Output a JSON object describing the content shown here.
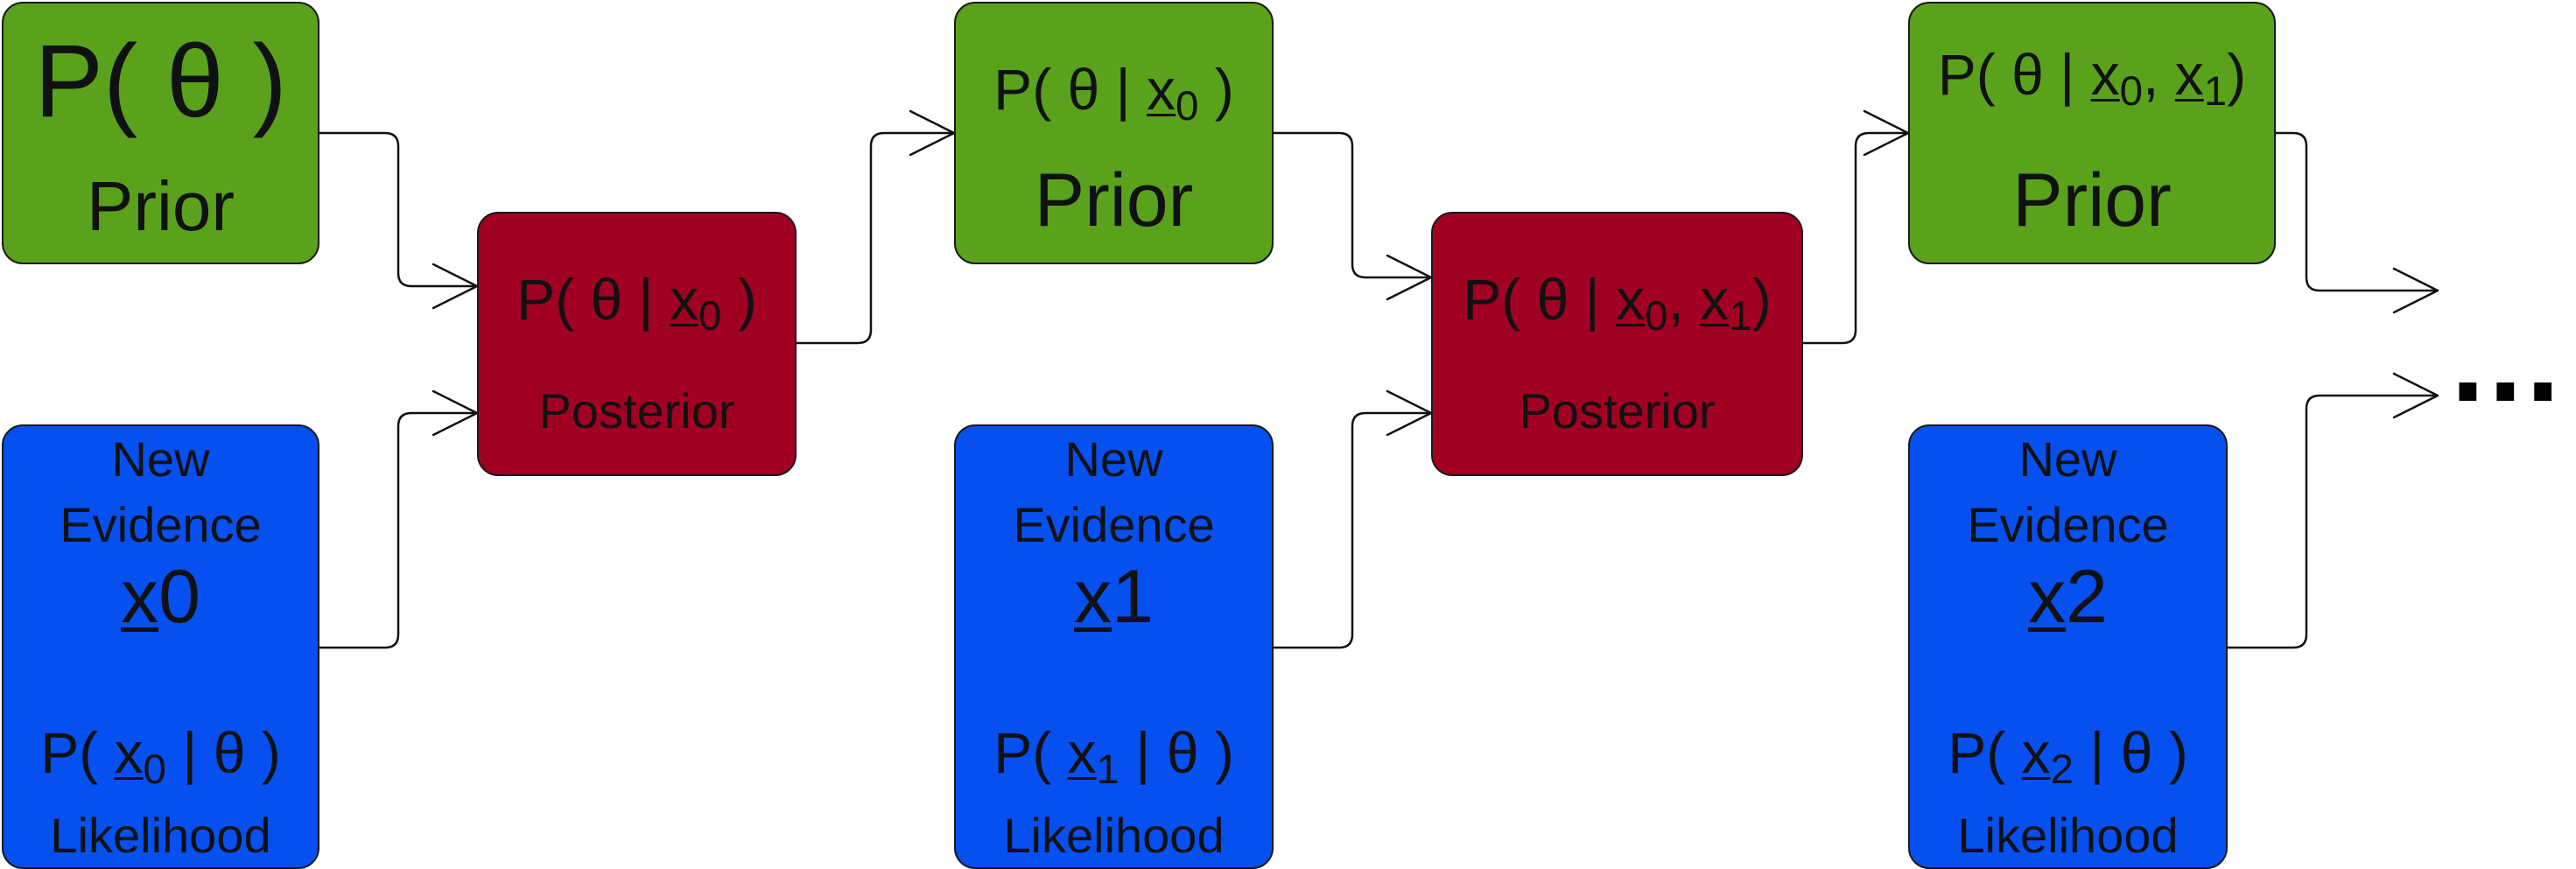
{
  "stage0": {
    "prior": {
      "expr": "P( θ )",
      "label": "Prior"
    },
    "evidence": {
      "line1": "New",
      "line2": "Evidence",
      "var": "x",
      "sub": "0",
      "lik_pre": "P( ",
      "lik_sub": "0",
      "lik_post": " | θ )",
      "lik_label": "Likelihood"
    },
    "posterior": {
      "pre": "P( θ | ",
      "sub": "0",
      "post": " )",
      "label": "Posterior"
    }
  },
  "stage1": {
    "prior": {
      "pre": "P( θ | ",
      "sub": "0",
      "post": " )",
      "label": "Prior"
    },
    "evidence": {
      "line1": "New",
      "line2": "Evidence",
      "var": "x",
      "sub": "1",
      "lik_pre": "P( ",
      "lik_sub": "1",
      "lik_post": " | θ )",
      "lik_label": "Likelihood"
    },
    "posterior": {
      "pre": "P( θ | ",
      "sub_a": "0",
      "sep": ", ",
      "sub_b": "1",
      "post": ")",
      "label": "Posterior"
    }
  },
  "stage2": {
    "prior": {
      "pre": "P( θ | ",
      "sub_a": "0",
      "sep": ", ",
      "sub_b": "1",
      "post": ")",
      "label": "Prior"
    },
    "evidence": {
      "line1": "New",
      "line2": "Evidence",
      "var": "x",
      "sub": "2",
      "lik_pre": "P( ",
      "lik_sub": "2",
      "lik_post": " | θ )",
      "lik_label": "Likelihood"
    }
  },
  "continuation": "...",
  "colors": {
    "prior": "#5aa21c",
    "posterior": "#a10022",
    "evidence": "#0650ef"
  }
}
